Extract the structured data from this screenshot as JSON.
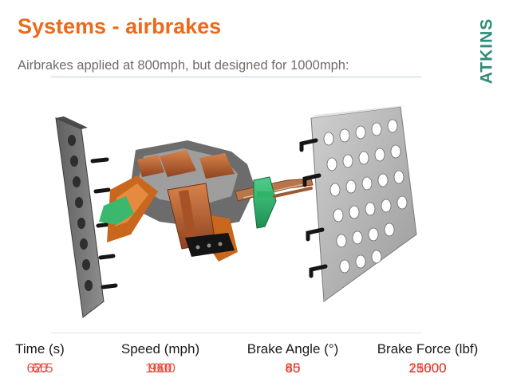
{
  "slide": {
    "title": "Systems - airbrakes",
    "subtitle": "Airbrakes applied at 800mph, but designed for 1000mph:",
    "logo_text": "ATKINS"
  },
  "colors": {
    "title": "#ec6a1c",
    "subtitle": "#6d6d6d",
    "value": "#e0301e",
    "logo": "#2f8d7a"
  },
  "table": {
    "columns": [
      {
        "header": "Time (s)",
        "values": [
          "62.5",
          "60",
          "55"
        ]
      },
      {
        "header": "Speed (mph)",
        "values": [
          "1000",
          "960",
          "910"
        ]
      },
      {
        "header": "Brake Angle (°)",
        "values": [
          "85",
          "60",
          "45"
        ]
      },
      {
        "header": "Brake Force (lbf)",
        "values": [
          "25000",
          "21600",
          "18000"
        ]
      }
    ]
  }
}
